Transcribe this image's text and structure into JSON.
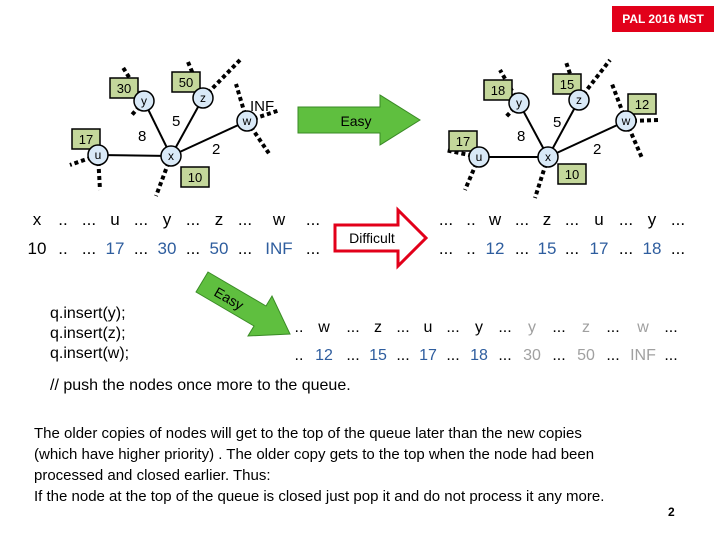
{
  "header": {
    "badge": "PAL 2016 MST"
  },
  "graph_before": {
    "boxes": {
      "n30": "30",
      "n50": "50",
      "n17": "17",
      "n10": "10"
    },
    "nodes": {
      "y": "y",
      "z": "z",
      "u": "u",
      "x": "x",
      "w": "w"
    },
    "edges": {
      "e5": "5",
      "e8": "8",
      "e2": "2",
      "einf": "INF"
    }
  },
  "graph_after": {
    "boxes": {
      "n18": "18",
      "n15": "15",
      "n17": "17",
      "n12": "12",
      "n10": "10"
    },
    "nodes": {
      "y": "y",
      "z": "z",
      "u": "u",
      "x": "x",
      "w": "w"
    },
    "edges": {
      "e5": "5",
      "e8": "8",
      "e2": "2"
    }
  },
  "arrows": {
    "easy_top": "Easy",
    "difficult": "Difficult",
    "easy_bottom": "Easy"
  },
  "queue_before": {
    "keys": [
      "x",
      "..",
      "...",
      "u",
      "...",
      "y",
      "...",
      "z",
      "...",
      "w",
      "..."
    ],
    "values": [
      "10",
      "..",
      "...",
      "17",
      "...",
      "30",
      "...",
      "50",
      "...",
      "INF",
      "..."
    ]
  },
  "queue_difficult": {
    "keys": [
      "...",
      "..",
      "w",
      "...",
      "z",
      "...",
      "u",
      "...",
      "y",
      "..."
    ],
    "values": [
      "...",
      "..",
      "12",
      "...",
      "15",
      "...",
      "17",
      "...",
      "18",
      "..."
    ]
  },
  "queue_easy": {
    "keys": [
      "..",
      "w",
      "...",
      "z",
      "...",
      "u",
      "...",
      "y",
      "...",
      "y",
      "...",
      "z",
      "...",
      "w",
      "..."
    ],
    "values": [
      "..",
      "12",
      "...",
      "15",
      "...",
      "17",
      "...",
      "18",
      "...",
      "30",
      "...",
      "50",
      "...",
      "INF",
      "..."
    ]
  },
  "code": {
    "line1": "q.insert(y);",
    "line2": "q.insert(z);",
    "line3": "q.insert(w);"
  },
  "comment": "// push the nodes once more to the queue.",
  "paragraph": {
    "line1": "The older copies of nodes will get to the top of the queue later than the new copies",
    "line2": "(which have higher priority) . The older copy gets to the top when the node had been",
    "line3": "processed and closed earlier. Thus:",
    "line4": "If the node at the top of the queue is closed just pop it and do not process it any more."
  },
  "page_number": "2",
  "colors": {
    "box_fill": "#c4d79b",
    "node_fill": "#d9e9f7",
    "arrow_fill": "#5fbf3f",
    "badge": "#e2001a",
    "queue_blue": "#2e5d9e",
    "queue_gray": "#a0a0a0"
  }
}
